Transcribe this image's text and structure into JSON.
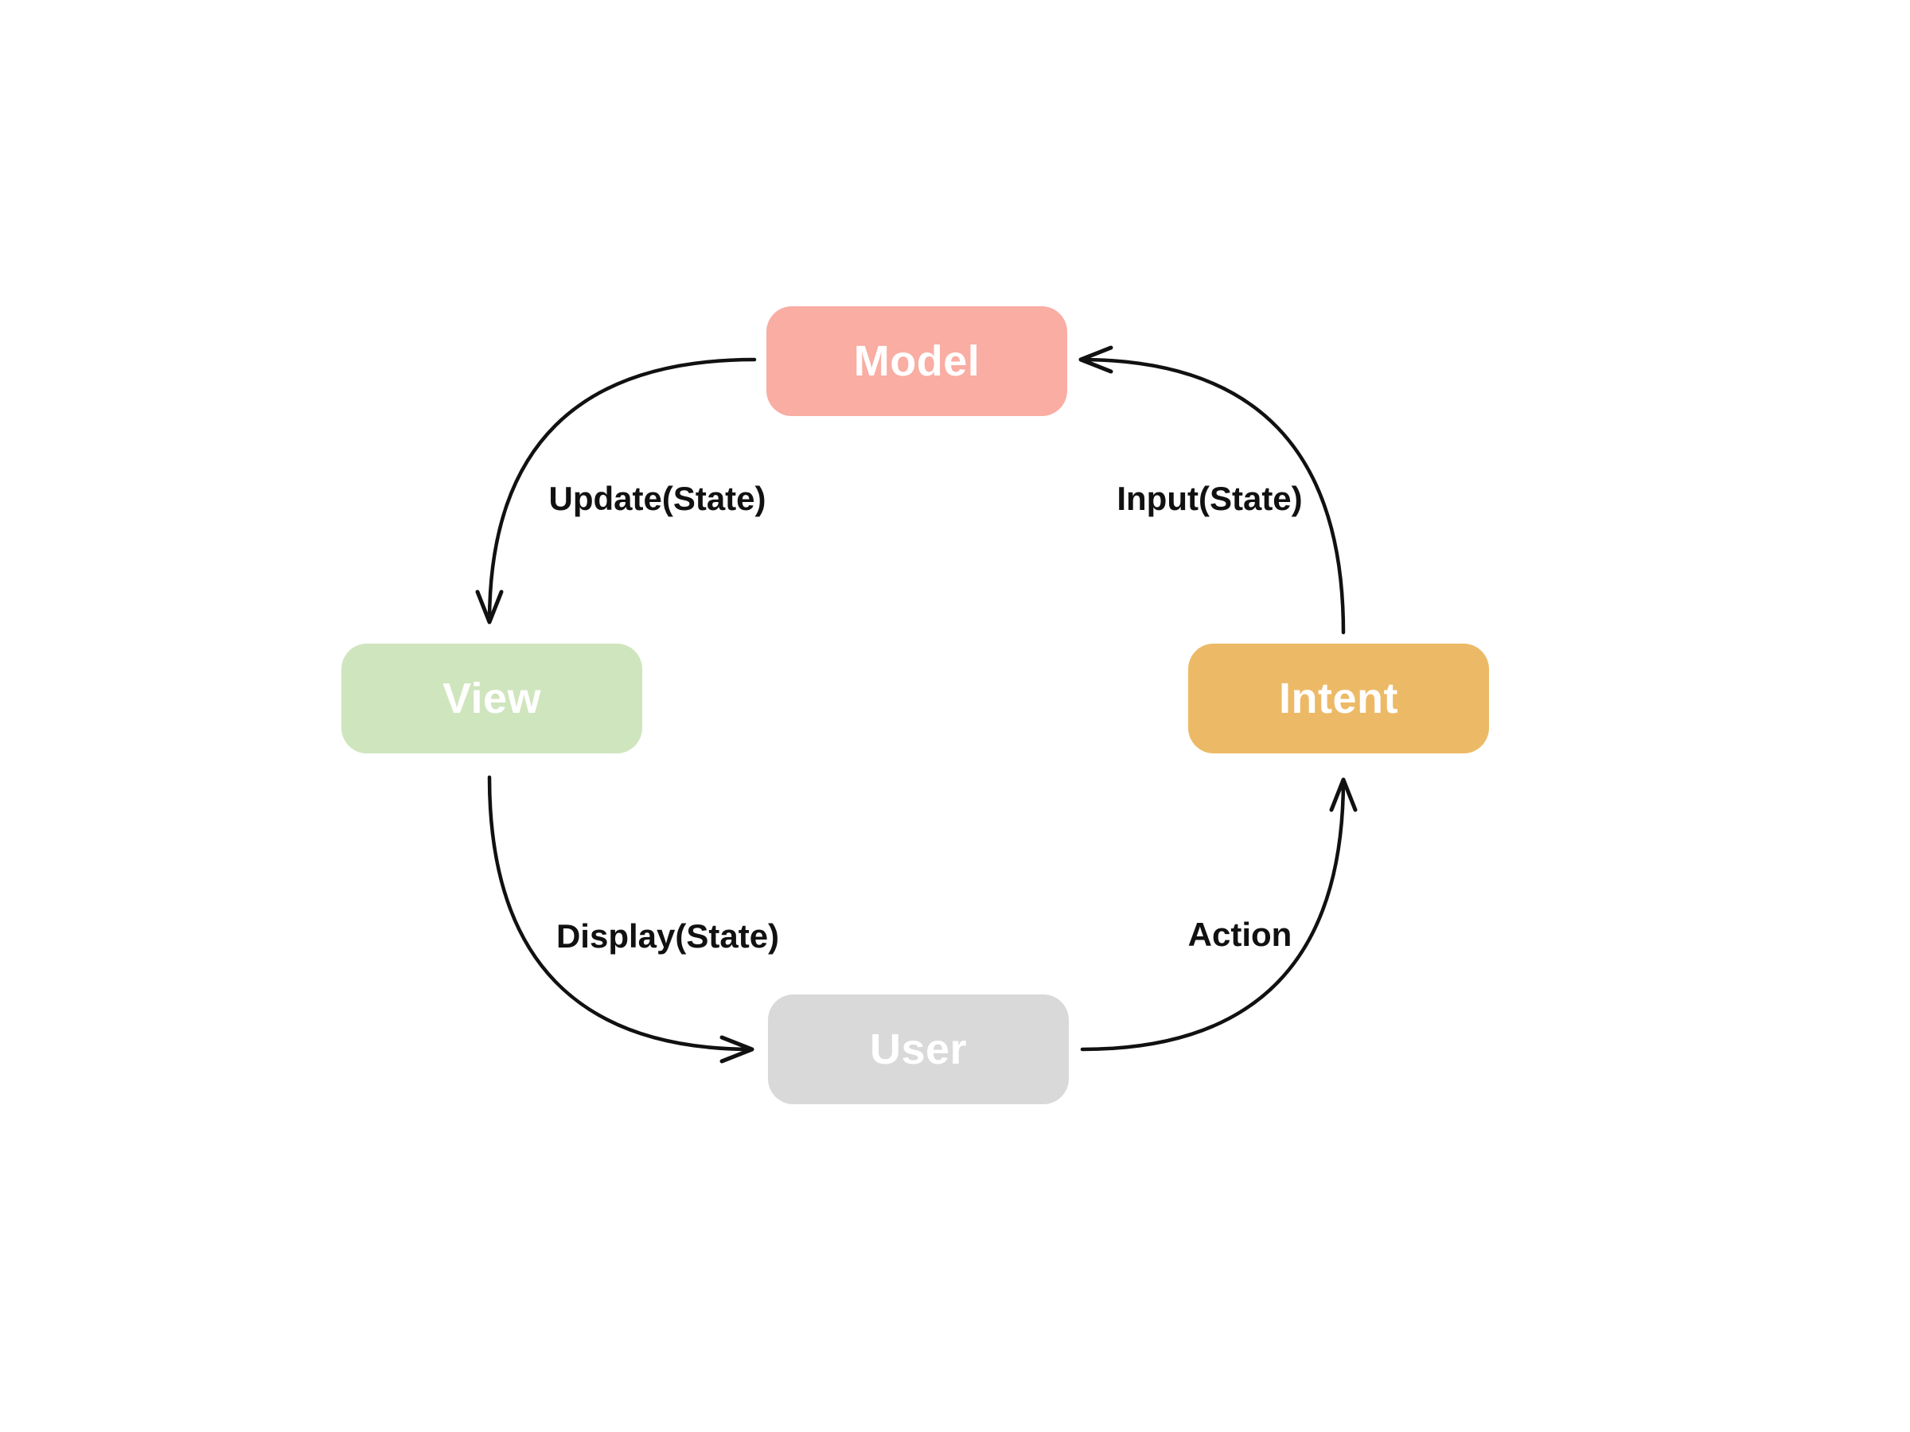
{
  "diagram": {
    "type": "cycle",
    "background_color": "#ffffff",
    "arrow_color": "#111111",
    "label_color": "#111111",
    "nodes": {
      "model": {
        "label": "Model",
        "color": "#F9ADA3",
        "text_color": "#ffffff"
      },
      "view": {
        "label": "View",
        "color": "#CFE5BE",
        "text_color": "#ffffff"
      },
      "intent": {
        "label": "Intent",
        "color": "#ECBA66",
        "text_color": "#ffffff"
      },
      "user": {
        "label": "User",
        "color": "#D9D9D9",
        "text_color": "#ffffff"
      }
    },
    "edges": {
      "model_to_view": {
        "from": "Model",
        "to": "View",
        "label": "Update(State)"
      },
      "view_to_user": {
        "from": "View",
        "to": "User",
        "label": "Display(State)"
      },
      "user_to_intent": {
        "from": "User",
        "to": "Intent",
        "label": "Action"
      },
      "intent_to_model": {
        "from": "Intent",
        "to": "Model",
        "label": "Input(State)"
      }
    }
  }
}
